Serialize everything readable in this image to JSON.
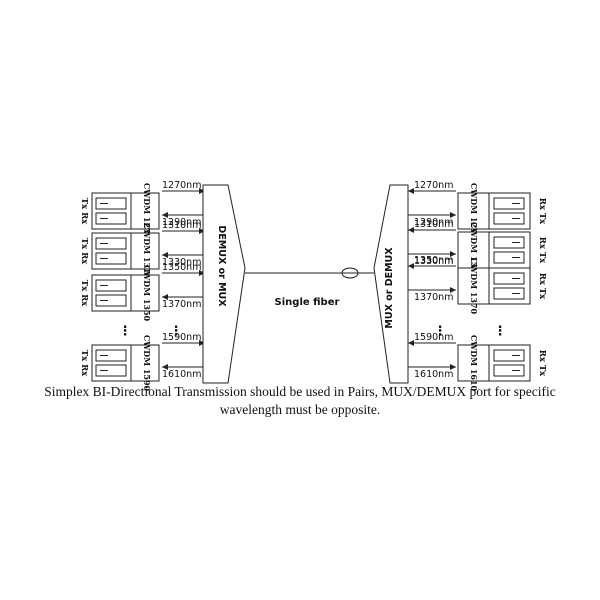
{
  "left_side": {
    "modules": [
      {
        "vertical_label": "CWDM 1270",
        "txrx": "Tx Rx",
        "wavelengths": [
          "1270nm",
          "1290nm"
        ]
      },
      {
        "vertical_label": "CWDM 1310",
        "txrx": "Tx Rx",
        "wavelengths": [
          "1310nm",
          "1330nm"
        ]
      },
      {
        "vertical_label": "CWDM 1350",
        "txrx": "Tx Rx",
        "wavelengths": [
          "1350nm",
          "1370nm"
        ]
      },
      {
        "vertical_label": "CWDM 1590",
        "txrx": "Tx Rx",
        "wavelengths": [
          "1590nm",
          "1610nm"
        ]
      }
    ],
    "mux_label": "DEMUX or MUX"
  },
  "right_side": {
    "modules": [
      {
        "vertical_label": "CWDM 1290",
        "txrx": "Rx Tx",
        "wavelengths": [
          "1270nm",
          "1290nm"
        ]
      },
      {
        "vertical_label": "CWDM 1330",
        "txrx": "Rx Tx",
        "wavelengths": [
          "1310nm",
          "1330nm"
        ]
      },
      {
        "vertical_label": "CWDM 1370",
        "txrx": "Rx Tx",
        "wavelengths": [
          "1350nm",
          "1370nm"
        ]
      },
      {
        "vertical_label": "CWDM 1610",
        "txrx": "Rx Tx",
        "wavelengths": [
          "1590nm",
          "1610nm"
        ]
      }
    ],
    "mux_label": "MUX or DEMUX"
  },
  "fiber_label": "Single fiber",
  "ellipsis": "⋮",
  "caption": {
    "line1": "Simplex BI-Directional Transmission should be used in Pairs, MUX/DEMUX port for specific",
    "line2": "wavelength must be opposite."
  }
}
